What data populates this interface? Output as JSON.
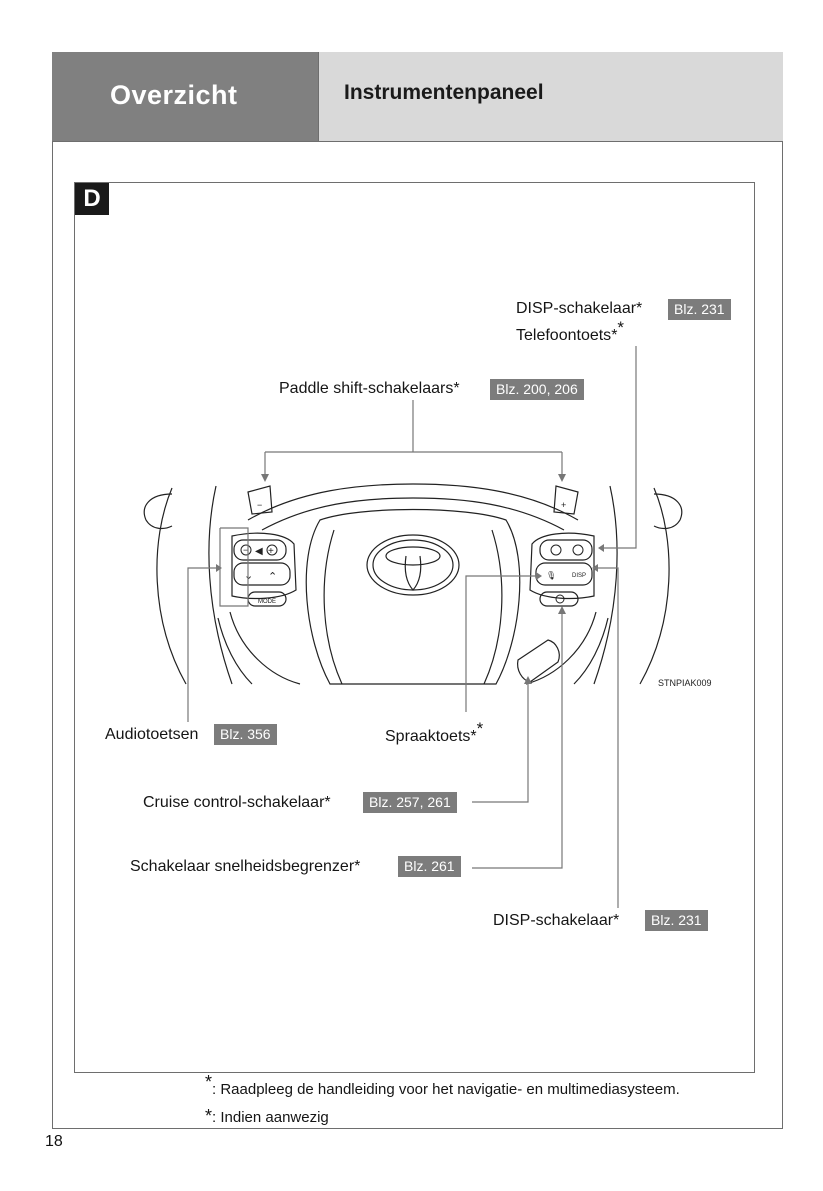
{
  "header": {
    "section": "Overzicht",
    "title": "Instrumentenpaneel"
  },
  "panel": {
    "badge": "D",
    "figure_code": "STNPIAK009"
  },
  "callouts": {
    "disp_top": {
      "label": "DISP-schakelaar",
      "mark": "*",
      "ref": "Blz. 231"
    },
    "telefoon": {
      "label": "Telefoontoets",
      "mark": "*",
      "mark_sup": "*"
    },
    "paddle": {
      "label": "Paddle shift-schakelaars",
      "mark": "*",
      "ref": "Blz. 200, 206"
    },
    "audio": {
      "label": "Audiotoetsen",
      "ref": "Blz. 356"
    },
    "spraak": {
      "label": "Spraaktoets",
      "mark": "*",
      "mark_sup": "*"
    },
    "cruise": {
      "label": "Cruise control-schakelaar",
      "mark": "*",
      "ref": "Blz. 257, 261"
    },
    "limiter": {
      "label": "Schakelaar snelheidsbegrenzer",
      "mark": "*",
      "ref": "Blz. 261"
    },
    "disp_bottom": {
      "label": "DISP-schakelaar",
      "mark": "*",
      "ref": "Blz. 231"
    }
  },
  "wheel_buttons": {
    "mode": "MODE",
    "disp": "DISP",
    "paddle_minus": "−",
    "paddle_plus": "+"
  },
  "footnotes": [
    {
      "mark": "*",
      "text": ": Raadpleeg de handleiding voor het navigatie- en multimediasysteem."
    },
    {
      "mark": "*",
      "text": ": Indien aanwezig"
    }
  ],
  "page_number": "18",
  "colors": {
    "header_dark": "#808080",
    "header_light": "#d9d9d9",
    "ref_badge": "#7c7c7c"
  }
}
